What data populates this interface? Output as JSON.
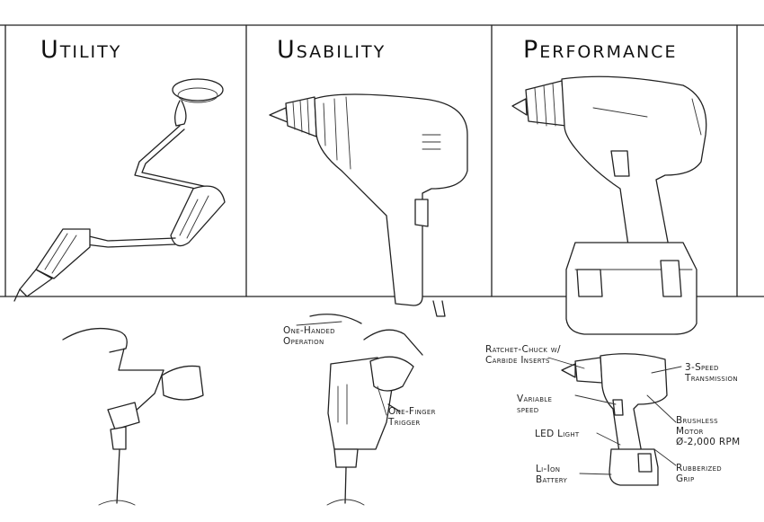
{
  "panels": [
    {
      "title": "Utility"
    },
    {
      "title": "Usability"
    },
    {
      "title": "Performance"
    }
  ],
  "annotations": {
    "one_handed": [
      "One-Handed",
      "Operation"
    ],
    "one_finger": [
      "One-Finger",
      "Trigger"
    ],
    "ratchet": [
      "Ratchet-Chuck w/",
      "Carbide Inserts"
    ],
    "variable": [
      "Variable",
      "speed"
    ],
    "led": "LED Light",
    "battery": [
      "Li-Ion",
      "Battery"
    ],
    "transmission": [
      "3-Speed",
      "Transmission"
    ],
    "motor": [
      "Brushless",
      "Motor",
      "Ø-2,000 RPM"
    ],
    "grip": [
      "Rubberized",
      "Grip"
    ]
  },
  "icons": [
    "hand-brace-drill-icon",
    "corded-drill-icon",
    "cordless-drill-icon"
  ]
}
